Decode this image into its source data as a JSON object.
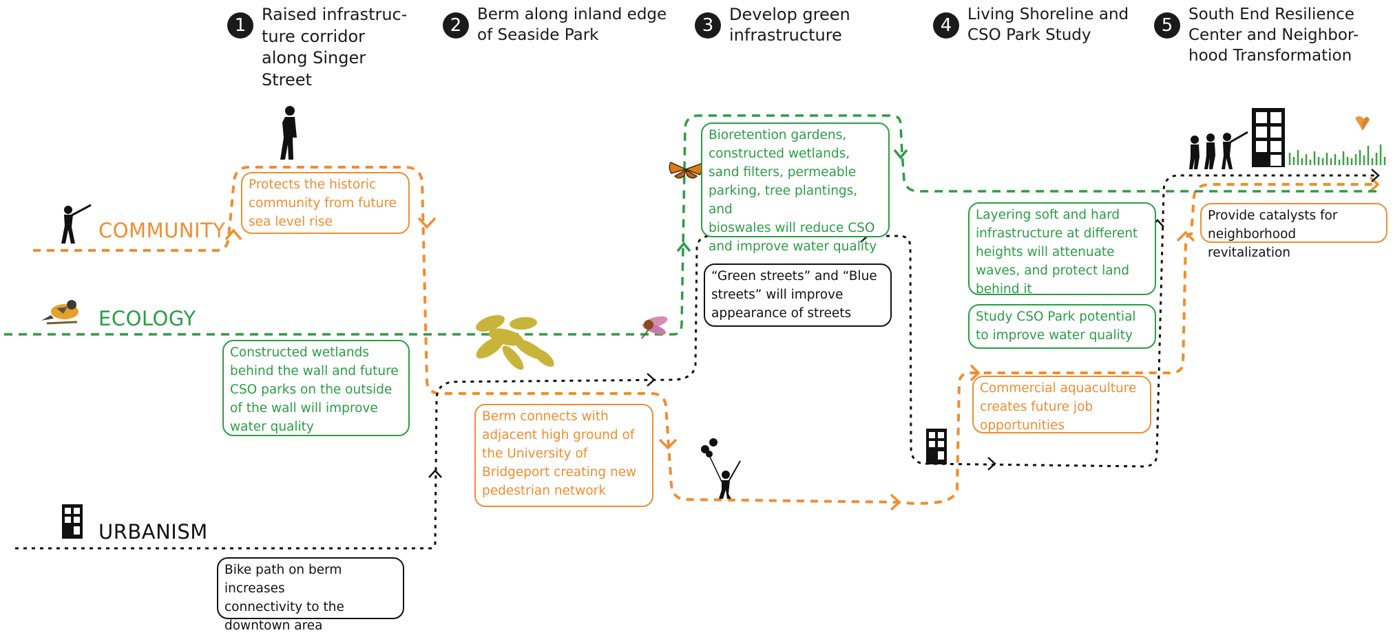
{
  "steps": [
    {
      "number": "1",
      "title": "Raised infrastruc-\nture corridor\nalong Singer\nStreet"
    },
    {
      "number": "2",
      "title": "Berm along inland edge\nof Seaside Park"
    },
    {
      "number": "3",
      "title": "Develop green\ninfrastructure"
    },
    {
      "number": "4",
      "title": "Living Shoreline and\nCSO Park Study"
    },
    {
      "number": "5",
      "title": "South End Resilience\nCenter and Neighbor-\nhood Transformation"
    }
  ],
  "lanes": {
    "community": {
      "label": "COMMUNITY",
      "color": "#f28c2e"
    },
    "ecology": {
      "label": "ECOLOGY",
      "color": "#2a9d45"
    },
    "urbanism": {
      "label": "URBANISM",
      "color": "#111111"
    }
  },
  "boxes": {
    "protects_community": "Protects the  historic\ncommunity from future\nsea level rise",
    "constructed_wetlands": "Constructed wetlands\nbehind the wall and future\nCSO parks on the outside\nof the wall will improve\nwater quality",
    "bike_path": "Bike path on berm increases\nconnectivity to the\ndowntown area",
    "berm_connects": "Berm connects with\nadjacent high ground of\nthe University of\nBridgeport creating new\npedestrian network",
    "bioretention": "Bioretention gardens,\nconstructed wetlands,\nsand filters, permeable\nparking, tree plantings, and\nbioswales will reduce CSO\nand improve water quality",
    "green_streets": "“Green streets” and “Blue\nstreets” will improve\nappearance of streets",
    "layering": "Layering soft and hard\ninfrastructure at different\nheights will attenuate\nwaves, and protect land\nbehind it",
    "study_cso": "Study CSO Park potential\nto improve water quality",
    "aquaculture": "Commercial aquaculture\ncreates future job\nopportunities",
    "catalysts": "Provide catalysts for\nneighborhood revitalization"
  },
  "icons": [
    "person-walking-icon",
    "person-with-telescope-icon",
    "bird-icon",
    "plant-fern-icon",
    "coneflower-icon",
    "butterfly-icon",
    "building-icon",
    "person-with-balloons-icon",
    "group-of-people-icon",
    "grass-icon"
  ],
  "colors": {
    "community": "#f28c2e",
    "ecology": "#2a9d45",
    "urbanism": "#111111"
  }
}
